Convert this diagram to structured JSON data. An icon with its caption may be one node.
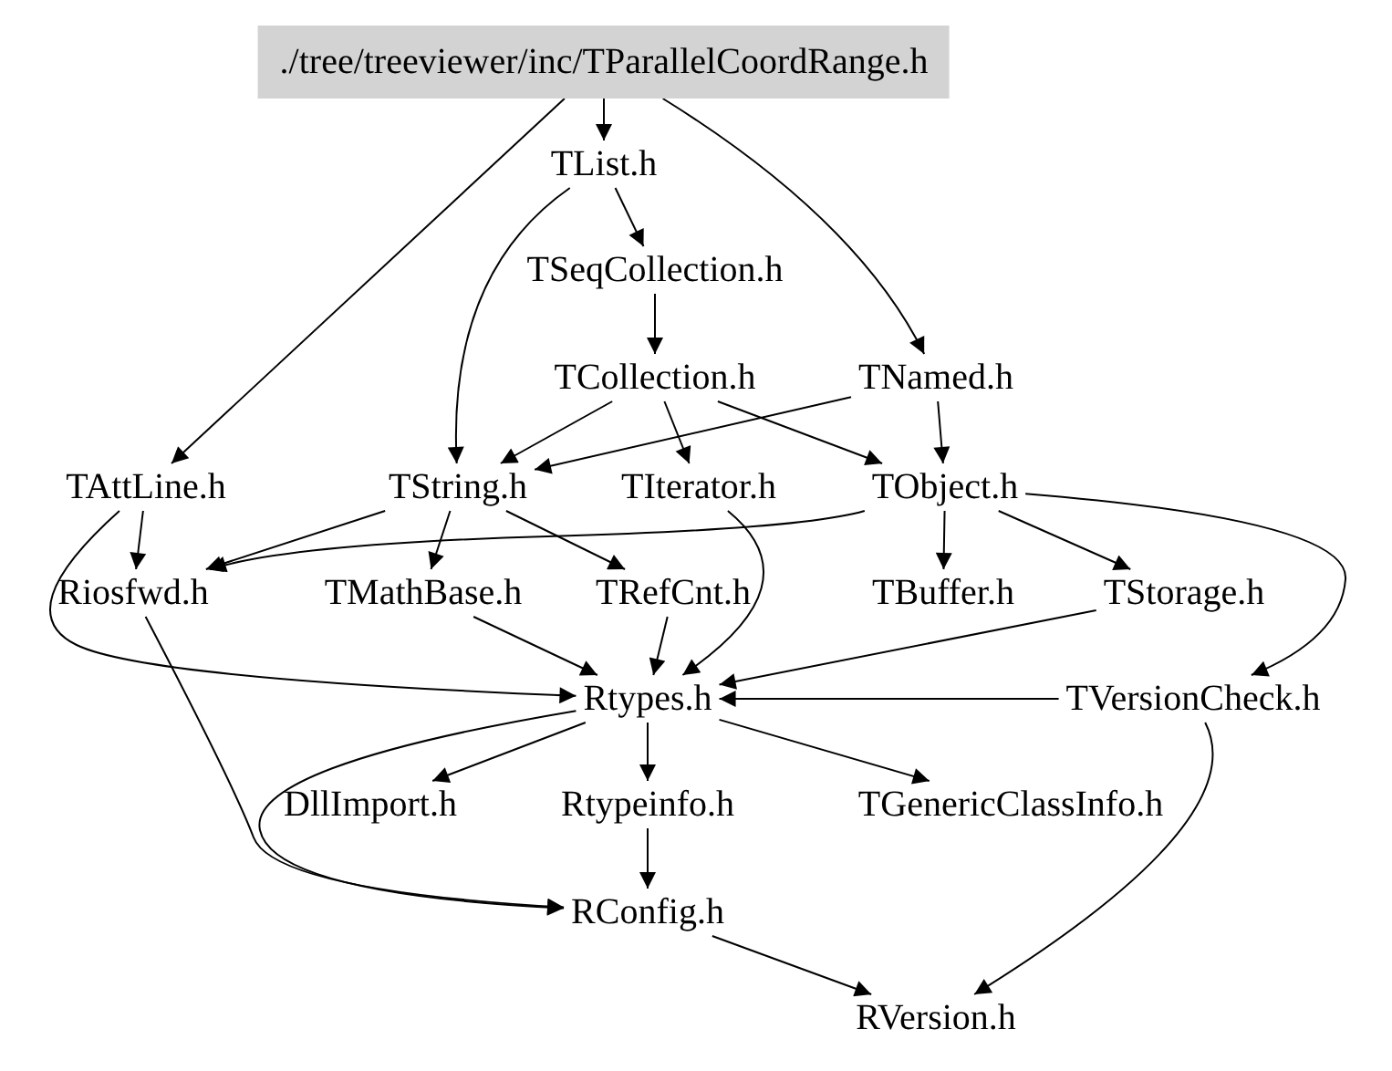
{
  "diagram": {
    "nodes": [
      {
        "text": [
          "./tree/treeviewer/inc/TParallelCoordRange.h"
        ]
      },
      {
        "text": [
          "TList.h"
        ]
      },
      {
        "text": [
          "TSeqCollection.h"
        ]
      },
      {
        "text": [
          "TCollection.h"
        ]
      },
      {
        "text": [
          "TNamed.h"
        ]
      },
      {
        "text": [
          "TAttLine.h"
        ]
      },
      {
        "text": [
          "TString.h"
        ]
      },
      {
        "text": [
          "TIterator.h"
        ]
      },
      {
        "text": [
          "TObject.h"
        ]
      },
      {
        "text": [
          "Riosfwd.h"
        ]
      },
      {
        "text": [
          "TMathBase.h"
        ]
      },
      {
        "text": [
          "TRefCnt.h"
        ]
      },
      {
        "text": [
          "TBuffer.h"
        ]
      },
      {
        "text": [
          "TStorage.h"
        ]
      },
      {
        "text": [
          "Rtypes.h"
        ]
      },
      {
        "text": [
          "TVersionCheck.h"
        ]
      },
      {
        "text": [
          "DllImport.h"
        ]
      },
      {
        "text": [
          "Rtypeinfo.h"
        ]
      },
      {
        "text": [
          "TGenericClassInfo.h"
        ]
      },
      {
        "text": [
          "RConfig.h"
        ]
      },
      {
        "text": [
          "RVersion.h"
        ]
      }
    ],
    "edges": [
      {
        "from": 0,
        "to": 1,
        "arrow": "to"
      },
      {
        "from": 0,
        "to": 5,
        "arrow": "to"
      },
      {
        "from": 0,
        "to": 4,
        "arrow": "to"
      },
      {
        "from": 1,
        "to": 2,
        "arrow": "to"
      },
      {
        "from": 1,
        "to": 6,
        "arrow": "to"
      },
      {
        "from": 2,
        "to": 3,
        "arrow": "to"
      },
      {
        "from": 3,
        "to": 6,
        "arrow": "to"
      },
      {
        "from": 3,
        "to": 7,
        "arrow": "to"
      },
      {
        "from": 3,
        "to": 8,
        "arrow": "to"
      },
      {
        "from": 4,
        "to": 6,
        "arrow": "to"
      },
      {
        "from": 4,
        "to": 8,
        "arrow": "to"
      },
      {
        "from": 5,
        "to": 9,
        "arrow": "to"
      },
      {
        "from": 5,
        "to": 14,
        "arrow": "to"
      },
      {
        "from": 6,
        "to": 9,
        "arrow": "to"
      },
      {
        "from": 6,
        "to": 10,
        "arrow": "to"
      },
      {
        "from": 6,
        "to": 11,
        "arrow": "to"
      },
      {
        "from": 7,
        "to": 14,
        "arrow": "to"
      },
      {
        "from": 8,
        "to": 9,
        "arrow": "to"
      },
      {
        "from": 8,
        "to": 12,
        "arrow": "to"
      },
      {
        "from": 8,
        "to": 13,
        "arrow": "to"
      },
      {
        "from": 8,
        "to": 15,
        "arrow": "to"
      },
      {
        "from": 9,
        "to": 19,
        "arrow": "to"
      },
      {
        "from": 10,
        "to": 14,
        "arrow": "to"
      },
      {
        "from": 11,
        "to": 14,
        "arrow": "to"
      },
      {
        "from": 13,
        "to": 14,
        "arrow": "to"
      },
      {
        "from": 15,
        "to": 14,
        "arrow": "to"
      },
      {
        "from": 15,
        "to": 20,
        "arrow": "to"
      },
      {
        "from": 14,
        "to": 16,
        "arrow": "to"
      },
      {
        "from": 14,
        "to": 17,
        "arrow": "to"
      },
      {
        "from": 14,
        "to": 18,
        "arrow": "to"
      },
      {
        "from": 14,
        "to": 19,
        "arrow": "to"
      },
      {
        "from": 17,
        "to": 19,
        "arrow": "to"
      },
      {
        "from": 19,
        "to": 20,
        "arrow": "to"
      }
    ]
  }
}
